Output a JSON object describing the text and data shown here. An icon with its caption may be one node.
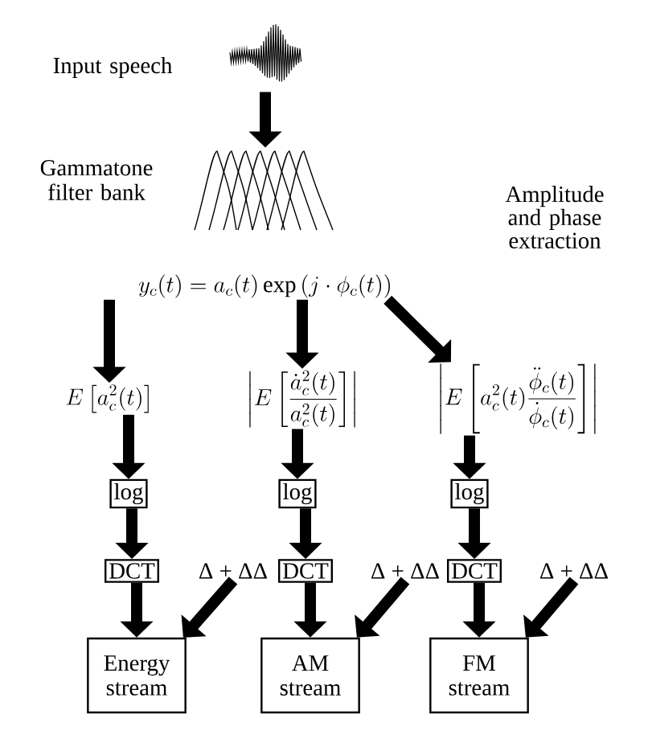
{
  "diagram": {
    "nodes": [
      {
        "text": [],
        "shape": "picture",
        "beside": [
          "Input speech"
        ]
      },
      {
        "text": [],
        "shape": "picture",
        "beside": [
          "Gammatone filter bank"
        ]
      },
      {
        "text": [
          "y_c(t) = a_c(t)\\exp\\left(j\\cdot\\phi_c(t)\\right)"
        ]
      },
      {
        "text": [
          "E\\left[a_c^2(t)\\right]"
        ]
      },
      {
        "text": [
          "\\left|E\\left[\\frac{\\dot{a}_c^2(t)}{a_c^2(t)}\\right]\\right|"
        ]
      },
      {
        "text": [
          "\\left|E\\left[a_c^2(t)\\frac{\\ddot{\\phi}_c(t)}{\\dot{\\phi}_c(t)}\\right]\\right|"
        ]
      },
      {
        "text": [
          "log"
        ]
      },
      {
        "text": [
          "log"
        ]
      },
      {
        "text": [
          "log"
        ]
      },
      {
        "text": [
          "DCT"
        ]
      },
      {
        "text": [
          "DCT"
        ]
      },
      {
        "text": [
          "DCT"
        ]
      },
      {
        "text": [
          "Energy stream"
        ]
      },
      {
        "text": [
          "AM stream"
        ]
      },
      {
        "text": [
          "FM stream"
        ]
      },
      {
        "text": [
          "Δ + ΔΔ"
        ]
      },
      {
        "text": [
          "Δ + ΔΔ"
        ]
      },
      {
        "text": [
          "Δ + ΔΔ"
        ]
      }
    ],
    "edges": [
      {
        "from": 0,
        "to": 1,
        "arrow": "to"
      },
      {
        "from": 2,
        "to": 3,
        "arrow": "to"
      },
      {
        "from": 2,
        "to": 4,
        "arrow": "to"
      },
      {
        "from": 2,
        "to": 5,
        "arrow": "to"
      },
      {
        "from": 3,
        "to": 6,
        "arrow": "to"
      },
      {
        "from": 4,
        "to": 7,
        "arrow": "to"
      },
      {
        "from": 5,
        "to": 8,
        "arrow": "to"
      },
      {
        "from": 6,
        "to": 9,
        "arrow": "to"
      },
      {
        "from": 7,
        "to": 10,
        "arrow": "to"
      },
      {
        "from": 8,
        "to": 11,
        "arrow": "to"
      },
      {
        "from": 9,
        "to": 12,
        "arrow": "to"
      },
      {
        "from": 10,
        "to": 13,
        "arrow": "to"
      },
      {
        "from": 11,
        "to": 14,
        "arrow": "to"
      },
      {
        "from": 15,
        "to": 12,
        "arrow": "to"
      },
      {
        "from": 16,
        "to": 13,
        "arrow": "to"
      },
      {
        "from": 17,
        "to": 14,
        "arrow": "to"
      }
    ],
    "labels": [
      "Amplitude and phase extraction"
    ]
  }
}
